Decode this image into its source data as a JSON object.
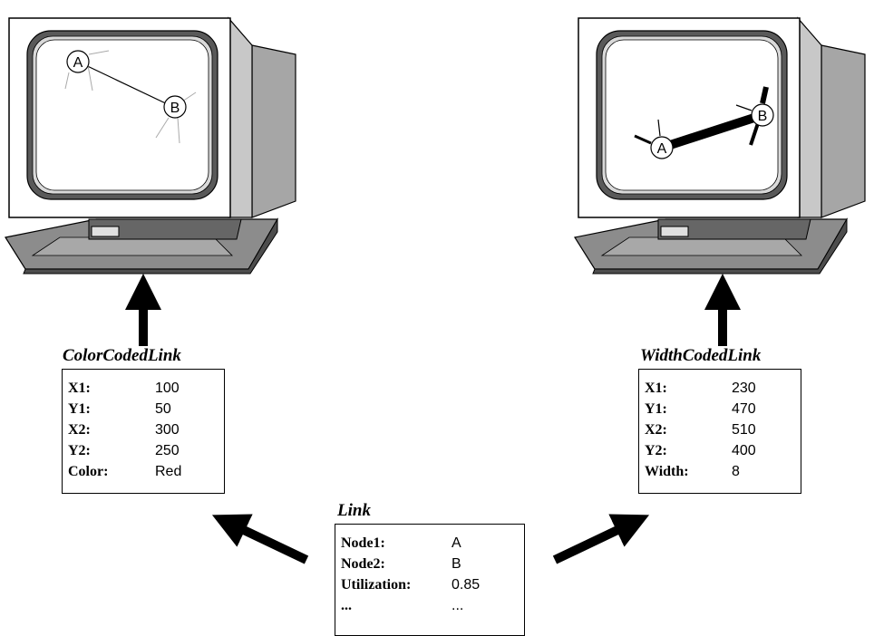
{
  "left_display": {
    "node_a": "A",
    "node_b": "B"
  },
  "right_display": {
    "node_a": "A",
    "node_b": "B"
  },
  "color_coded_link": {
    "title": "ColorCodedLink",
    "rows": [
      {
        "key": "X1:",
        "value": "100"
      },
      {
        "key": "Y1:",
        "value": "50"
      },
      {
        "key": "X2:",
        "value": "300"
      },
      {
        "key": "Y2:",
        "value": "250"
      },
      {
        "key": "Color:",
        "value": "Red"
      }
    ]
  },
  "width_coded_link": {
    "title": "WidthCodedLink",
    "rows": [
      {
        "key": "X1:",
        "value": "230"
      },
      {
        "key": "Y1:",
        "value": "470"
      },
      {
        "key": "X2:",
        "value": "510"
      },
      {
        "key": "Y2:",
        "value": "400"
      },
      {
        "key": "Width:",
        "value": "8"
      }
    ]
  },
  "link": {
    "title": "Link",
    "rows": [
      {
        "key": "Node1:",
        "value": "A"
      },
      {
        "key": "Node2:",
        "value": "B"
      },
      {
        "key": "Utilization:",
        "value": "0.85"
      },
      {
        "key": "...",
        "value": "..."
      }
    ]
  },
  "colors": {
    "outline": "#000000",
    "monitor_face": "#ffffff",
    "monitor_side": "#a6a6a6",
    "bezel_dark": "#595959",
    "base_top": "#8c8c8c",
    "base_front": "#4d4d4d",
    "faint_line": "#aaaaaa"
  }
}
